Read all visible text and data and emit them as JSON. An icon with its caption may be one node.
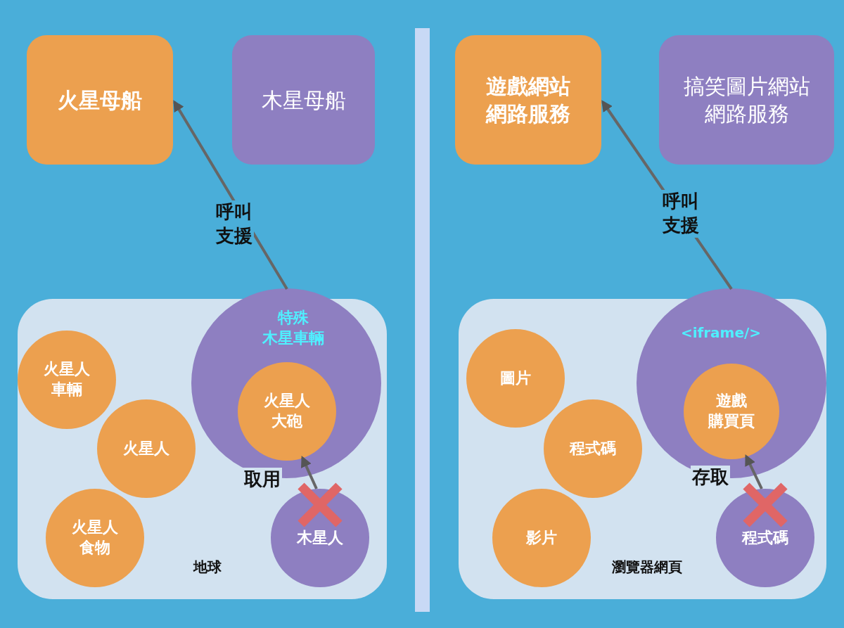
{
  "diagram": {
    "nodes": [
      {
        "text": [
          "火星母船"
        ]
      },
      {
        "text": [
          "木星母船"
        ]
      },
      {
        "text": [
          "地球"
        ]
      },
      {
        "text": [
          "火星人車輛"
        ],
        "in": 2
      },
      {
        "text": [
          "火星人"
        ],
        "in": 2
      },
      {
        "text": [
          "火星人食物"
        ],
        "in": 2
      },
      {
        "text": [
          "特殊木星車輛"
        ],
        "in": 2
      },
      {
        "text": [
          "火星人大砲"
        ],
        "in": 6
      },
      {
        "text": [
          "木星人"
        ],
        "in": 2
      },
      {
        "text": [
          "遊戲網站網路服務"
        ]
      },
      {
        "text": [
          "搞笑圖片網站網路服務"
        ]
      },
      {
        "text": [
          "瀏覽器網頁"
        ]
      },
      {
        "text": [
          "圖片"
        ],
        "in": 11
      },
      {
        "text": [
          "程式碼"
        ],
        "in": 11
      },
      {
        "text": [
          "影片"
        ],
        "in": 11
      },
      {
        "text": [
          "<iframe/>"
        ],
        "in": 11
      },
      {
        "text": [
          "遊戲購買頁"
        ],
        "in": 15
      },
      {
        "text": [
          "程式碼"
        ],
        "in": 11
      }
    ],
    "edges": [
      {
        "from": 6,
        "to": 0,
        "arrow": "to",
        "label": "呼叫支援"
      },
      {
        "from": 8,
        "to": 7,
        "arrow": "to",
        "label": "取用"
      },
      {
        "from": 15,
        "to": 9,
        "arrow": "to",
        "label": "呼叫支援"
      },
      {
        "from": 17,
        "to": 16,
        "arrow": "to",
        "label": "存取"
      }
    ]
  }
}
